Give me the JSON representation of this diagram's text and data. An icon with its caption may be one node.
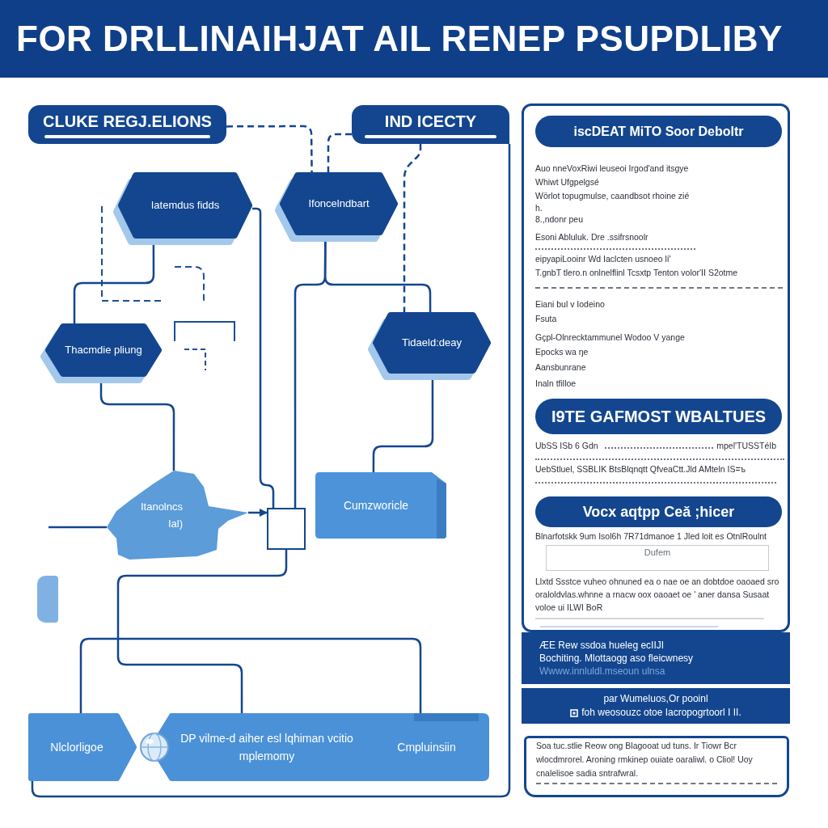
{
  "diagram": {
    "title": "FOR DRLLINAIHJAT AIL RENEP PSUPDLIBY",
    "nodes": [
      {
        "text": [
          "CLUKE REGJ.ELIONS"
        ]
      },
      {
        "text": [
          "IND ICECTY"
        ]
      },
      {
        "text": [
          "Iatemdus fidds"
        ]
      },
      {
        "text": [
          "Ifoncelndbart"
        ]
      },
      {
        "text": [
          "Thacmdie pliung"
        ]
      },
      {
        "text": [
          "Tidaeld:deay"
        ]
      },
      {
        "text": [
          "Itanolncs Ial)"
        ]
      },
      {
        "text": [
          "Cumzworicle"
        ]
      },
      {
        "text": [
          "Nlclorligoe"
        ]
      },
      {
        "text": [
          "DP vilme-d aiher esl lqhiman vcitio mplemomy"
        ]
      },
      {
        "text": [
          "Cmpluinsiin"
        ]
      },
      {
        "text": [],
        "shape": "box"
      },
      {
        "text": [
          "Auo nneVoxRiwi leuseoi Irgod'and itsgye",
          "Whiwt Ufgpelgsé",
          "Wörlot topugmulse, caandbsot rhoine zié",
          "h.",
          "8.,ndonr peu",
          "Esoni Abluluk. Dre .ssifrsnoolr",
          "eipyapiLooinr Wd Iaclcten usnoeo lí'",
          "T.gnbT tlero.n onlnelflinl Tcsxtp Tenton volor'II S2otme",
          "Eiani bul v Iodeino",
          "Fsuta",
          "Gçpl-Olnrecktammunel Wodoo V yange",
          "Epocks wa ŋe",
          "Aansbunrane",
          "Inaln tfilloe",
          "UbSS ISb 6 Gdn",
          "mpel'TUSSTéIb",
          "UebStluel, SSBLIK BtsBlqnqtt QfveaCtt.Jld AMteln IS=ъ",
          "Blnarfotskk 9um Isol6h 7R71dmanoe 1 Jled loit es OtnlRoulnt",
          "Llxtd Ssstce vuheo ohnuned ea o nae oe an dobtdoe oaoaed sro oraloldvlas.whnne a rnacw oox oaoaet oe ' aner dansa Susaat voloe ui ILWI BoR"
        ]
      },
      {
        "text": [
          "iscDEAT MiTO Soor Deboltr"
        ],
        "in": 12
      },
      {
        "text": [
          "I9TE GAFMOST WBALTUES"
        ],
        "in": 12
      },
      {
        "text": [
          "Vocx aqtpp Ceă ;hicer"
        ],
        "in": 12
      },
      {
        "text": [
          "Dufem"
        ],
        "in": 12
      },
      {
        "text": [
          "ÆE Rew ssdoa hueleg ecIIJI",
          "Bochiting. Mlottaogg aso fleicwnesy",
          "Wwww.innluldl.mseoun ulnsa"
        ]
      },
      {
        "text": [
          "par Wumeluos,Or pooinl",
          "foh weosouzc otoe Iacropogrtoorl I II."
        ]
      },
      {
        "text": [
          "Soa tuc.stlie Reow ong Blagooat ud tuns. Ir Tiowr Bcr wlocdmrorel. Aroning rmkinep ouiate oaraliwl. o Cliol! Uoy cnalelisoe sadia sntrafwral."
        ]
      }
    ],
    "edges": [
      {
        "from": 0,
        "to": 3,
        "arrow": "none",
        "style": "dashed"
      },
      {
        "from": 1,
        "to": 3,
        "arrow": "none",
        "style": "dashed"
      },
      {
        "from": 1,
        "to": 5,
        "arrow": "none",
        "style": "dashed"
      },
      {
        "from": 2,
        "to": 4,
        "arrow": "none"
      },
      {
        "from": 3,
        "to": 5,
        "arrow": "none"
      },
      {
        "from": 4,
        "to": 6,
        "arrow": "none"
      },
      {
        "from": 5,
        "to": 7,
        "arrow": "none"
      },
      {
        "from": 3,
        "to": 11,
        "arrow": "none"
      },
      {
        "from": 2,
        "to": 11,
        "arrow": "none"
      },
      {
        "from": 6,
        "to": 11,
        "arrow": "to"
      },
      {
        "from": 8,
        "to": 10,
        "arrow": "none"
      },
      {
        "from": 11,
        "to": 9,
        "arrow": "none"
      },
      {
        "from": null,
        "to": 6,
        "arrow": "none"
      },
      {
        "from": 1,
        "to": 8,
        "arrow": "none"
      }
    ]
  }
}
